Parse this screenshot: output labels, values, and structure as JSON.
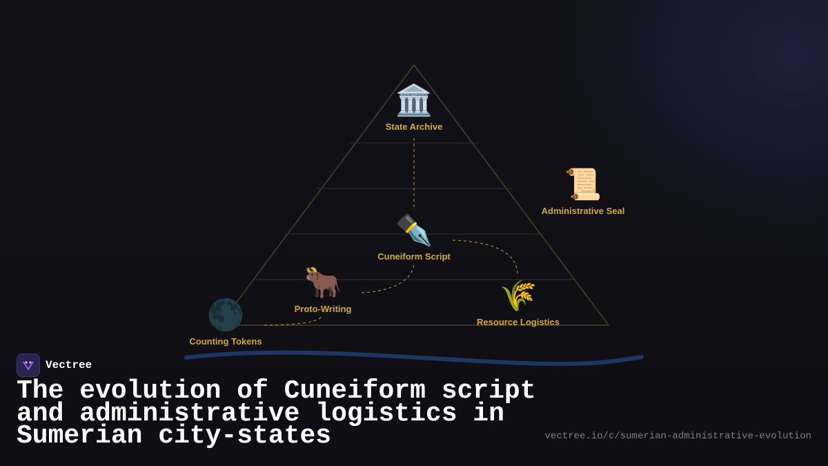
{
  "diagram": {
    "nodes": [
      {
        "id": "state-archive",
        "label": "State Archive",
        "icon": "classical-building-icon",
        "glyph": "🏛️"
      },
      {
        "id": "administrative-seal",
        "label": "Administrative Seal",
        "icon": "scroll-icon",
        "glyph": "📜"
      },
      {
        "id": "cuneiform-script",
        "label": "Cuneiform Script",
        "icon": "fountain-pen-icon",
        "glyph": "✒️"
      },
      {
        "id": "proto-writing",
        "label": "Proto-Writing",
        "icon": "ox-icon",
        "glyph": "🐂"
      },
      {
        "id": "resource-logistics",
        "label": "Resource Logistics",
        "icon": "sheaf-of-rice-icon",
        "glyph": "🌾"
      },
      {
        "id": "counting-tokens",
        "label": "Counting Tokens",
        "icon": "new-moon-icon",
        "glyph": "🌑"
      }
    ],
    "colors": {
      "label": "#d4a943",
      "pyramid": "#4a4126",
      "connector": "#c9a44a",
      "wave": "#1e3666"
    }
  },
  "brand": {
    "name": "Vectree",
    "logo_icon": "vectree-logo-icon"
  },
  "title": "The evolution of Cuneiform script and administrative logistics in Sumerian city-states",
  "url": "vectree.io/c/sumerian-administrative-evolution"
}
